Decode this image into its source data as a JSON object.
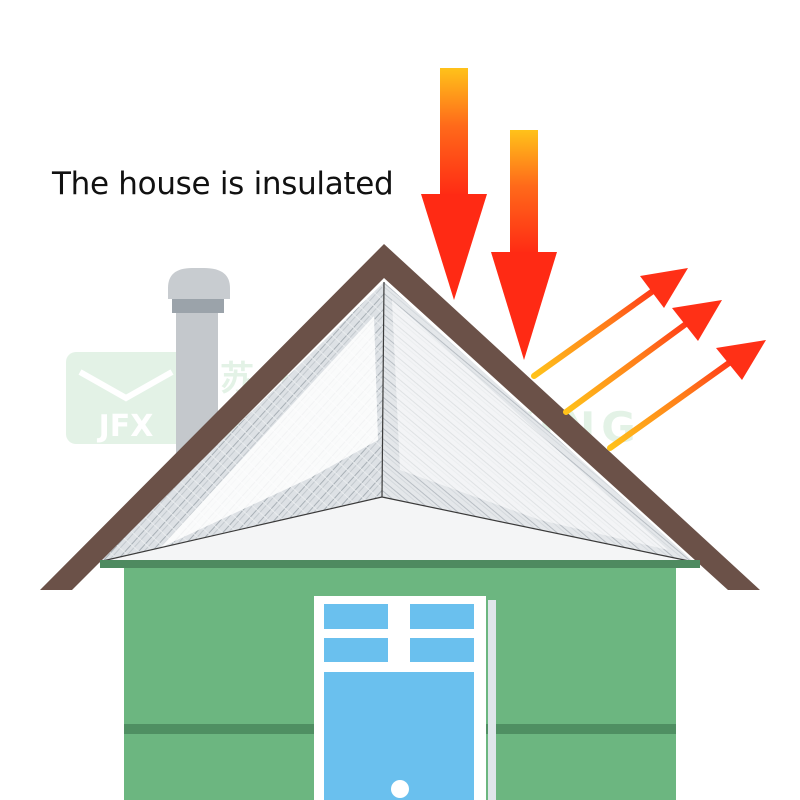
{
  "caption": "The house is insulated",
  "watermark": {
    "logo_text": "JFX",
    "text_line_1": "苏 ··· 苏 飞 ···",
    "text_line_2": "FLYING FLYING"
  },
  "colors": {
    "roof": "#6b5148",
    "wall": "#6cb680",
    "wall_line": "#4f8f62",
    "chimney": "#c2c6ca",
    "chimney_band": "#9aa2a9",
    "window_glass": "#6ac0ee",
    "window_frame": "#ffffff",
    "incoming_heat": "#ff3b16",
    "reflected_heat": "#f6a21c",
    "insulation": "#d4d9de",
    "watermark": "#dff0e3"
  },
  "icons": {
    "incoming": "down-arrow-icon",
    "reflected": "diagonal-arrow-icon"
  }
}
